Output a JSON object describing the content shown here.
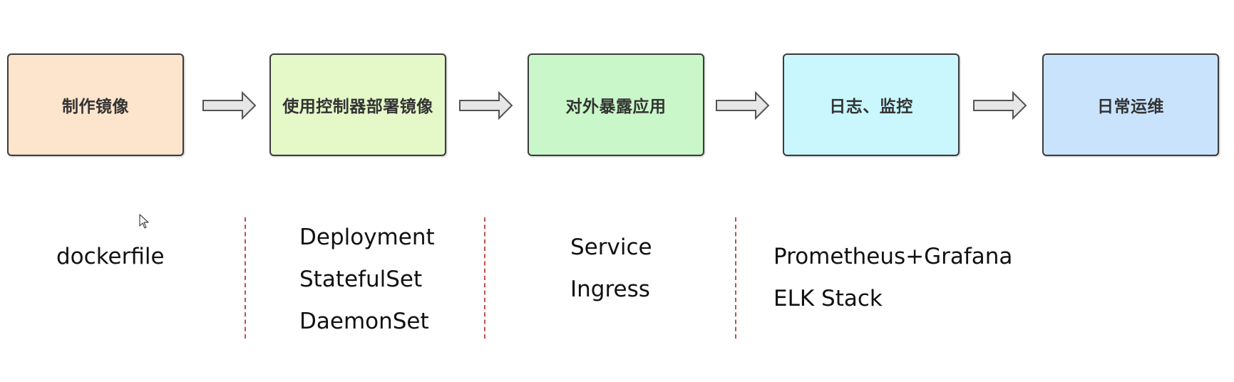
{
  "steps": [
    {
      "label": "制作镜像",
      "fill": "#fde4cd"
    },
    {
      "label": "使用控制器部署镜像",
      "fill": "#e4f8c8"
    },
    {
      "label": "对外暴露应用",
      "fill": "#c9f7c9"
    },
    {
      "label": "日志、监控",
      "fill": "#c9f7fd"
    },
    {
      "label": "日常运维",
      "fill": "#c9e3fd"
    }
  ],
  "tools": {
    "build": [
      "dockerfile"
    ],
    "deploy": [
      "Deployment",
      "StatefulSet",
      "DaemonSet"
    ],
    "expose": [
      "Service",
      "Ingress"
    ],
    "monitor": [
      "Prometheus+Grafana",
      "ELK Stack"
    ]
  },
  "colors": {
    "box_border": "#3c3c3c",
    "arrow_fill": "#e6e6e6",
    "arrow_stroke": "#555555",
    "divider": "#c0504d"
  },
  "icons": {
    "arrow": "right-block-arrow-icon",
    "cursor": "mouse-pointer-icon"
  }
}
